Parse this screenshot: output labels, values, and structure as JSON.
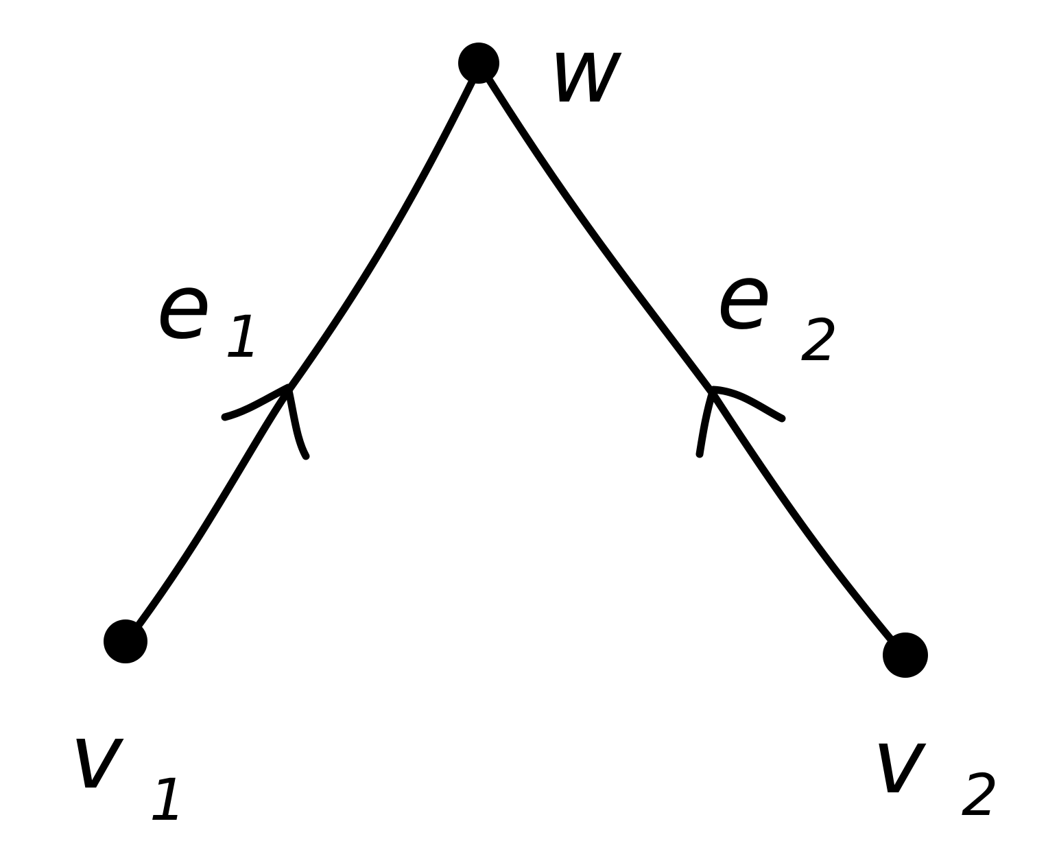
{
  "colors": {
    "ink": "#000000",
    "background": "#ffffff"
  },
  "nodes": {
    "w": {
      "label": "w"
    },
    "v1": {
      "label": "v",
      "subscript": "1"
    },
    "v2": {
      "label": "v",
      "subscript": "2"
    }
  },
  "edges": {
    "e1": {
      "label": "e",
      "subscript": "1",
      "from": "v1",
      "to": "w",
      "directed": true
    },
    "e2": {
      "label": "e",
      "subscript": "2",
      "from": "v2",
      "to": "w",
      "directed": true
    }
  }
}
